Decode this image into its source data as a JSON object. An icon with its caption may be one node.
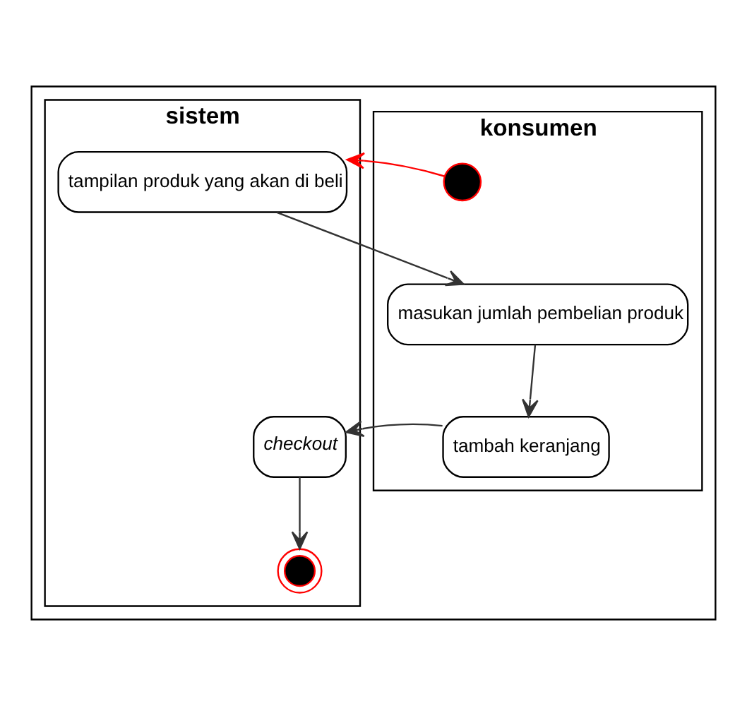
{
  "diagram": {
    "nodes": [
      {
        "text": [],
        "shape": "box"
      },
      {
        "text": [
          "konsumen"
        ],
        "in": 0
      },
      {
        "text": [
          "sistem"
        ],
        "in": 0
      },
      {
        "text": [],
        "shape": "circle",
        "in": 1
      },
      {
        "text": [
          "tampilan produk yang akan di beli"
        ],
        "in": 2
      },
      {
        "text": [
          "masukan jumlah pembelian produk"
        ],
        "in": 1
      },
      {
        "text": [
          "tambah keranjang"
        ],
        "in": 1
      },
      {
        "text": [
          "checkout"
        ],
        "in": 2
      },
      {
        "text": [],
        "shape": "circle",
        "in": 2
      }
    ],
    "edges": [
      {
        "from": 3,
        "to": 4,
        "arrow": "to",
        "color": "#ff0000"
      },
      {
        "from": 4,
        "to": 5,
        "arrow": "to"
      },
      {
        "from": 5,
        "to": 6,
        "arrow": "to"
      },
      {
        "from": 6,
        "to": 7,
        "arrow": "to"
      },
      {
        "from": 7,
        "to": 8,
        "arrow": "to"
      }
    ]
  }
}
